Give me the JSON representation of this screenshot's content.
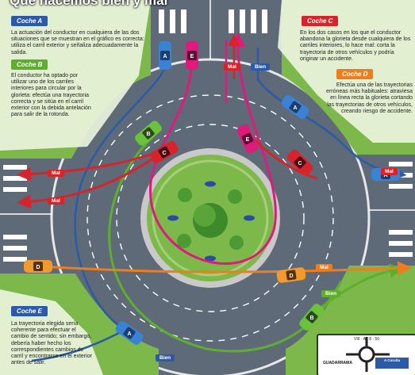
{
  "title": "Qué hacemos bien y mal",
  "cars": {
    "a": {
      "tag": "Coche A",
      "text": "La actuación del conductor en cualquiera de las dos situaciones que se muestran en el gráfico es correcta: utiliza el carril exterior y señaliza adecuadamente la salida.",
      "marker": "A"
    },
    "b": {
      "tag": "Coche B",
      "text": "El conductor ha optado por utilizar uno de los carriles interiores para circular por la glorieta: efectúa una trayectoria correcta y se sitúa en el carril exterior con la debida antelación para salir de la rotonda.",
      "marker": "B"
    },
    "c": {
      "tag": "Coche C",
      "text": "En los dos casos en los que el conductor abandona la glorieta desde cualquiera de los carriles interiores, lo hace mal: corta la trayectoria de otros vehículos y podría originar un accidente.",
      "marker": "C"
    },
    "d": {
      "tag": "Coche D",
      "text": "Efectúa una de las trayectorias erróneas más habituales: atraviesa en línea recta la glorieta cortando las trayectorias de otros vehículos, creando riesgo de accidente.",
      "marker": "D"
    },
    "e": {
      "tag": "Coche E",
      "text": "La trayectoria elegida sería coherente para efectuar el cambio de sentido; sin embargo, debería haber hecho los correspondientes cambios de carril y encontrarse en el exterior antes de salir.",
      "marker": "E"
    }
  },
  "labels": {
    "mal": "Mal",
    "bien": "Bien"
  },
  "sign": {
    "top": "VIII · A · 8 · 56",
    "place": "GUADARRAMA",
    "badge": "A Coruña"
  },
  "colors": {
    "grass": "#7cb84a",
    "road": "#5e6a78",
    "blue": "#2a5aa8",
    "green": "#5fae2e",
    "red": "#d8232a",
    "orange": "#ef7d1a",
    "magenta": "#e0197d"
  }
}
